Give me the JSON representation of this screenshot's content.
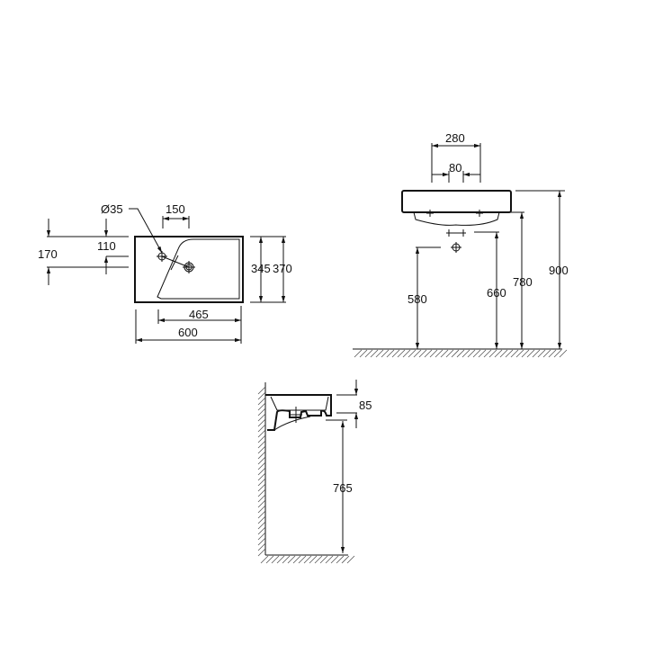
{
  "top_view": {
    "diameter_label": "Ø35",
    "dim_150": "150",
    "dim_170": "170",
    "dim_110": "110",
    "dim_345": "345",
    "dim_370": "370",
    "dim_465": "465",
    "dim_600": "600"
  },
  "front_view": {
    "dim_280": "280",
    "dim_80": "80",
    "dim_900": "900",
    "dim_780": "780",
    "dim_660": "660",
    "dim_580": "580"
  },
  "side_view": {
    "dim_85": "85",
    "dim_765": "765"
  }
}
